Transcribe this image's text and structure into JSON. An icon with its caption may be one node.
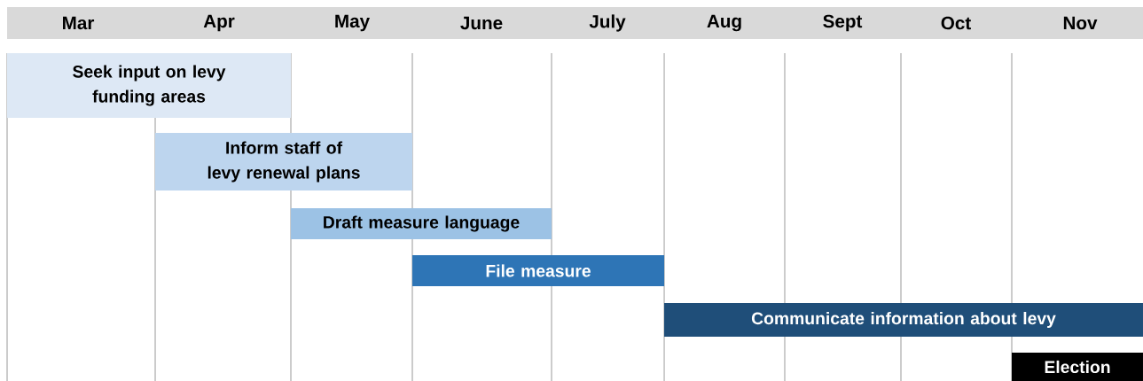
{
  "diagram": {
    "nodes": [
      {
        "text": [
          "Seek input on levy funding areas"
        ]
      },
      {
        "text": [
          "Inform staff of levy renewal plans"
        ]
      },
      {
        "text": [
          "Draft measure language"
        ]
      },
      {
        "text": [
          "File measure"
        ]
      },
      {
        "text": [
          "Communicate information about levy"
        ]
      },
      {
        "text": [
          "Election"
        ]
      }
    ],
    "labels": [
      "Mar",
      "Apr",
      "May",
      "June",
      "July",
      "Aug",
      "Sept",
      "Oct",
      "Nov"
    ]
  }
}
